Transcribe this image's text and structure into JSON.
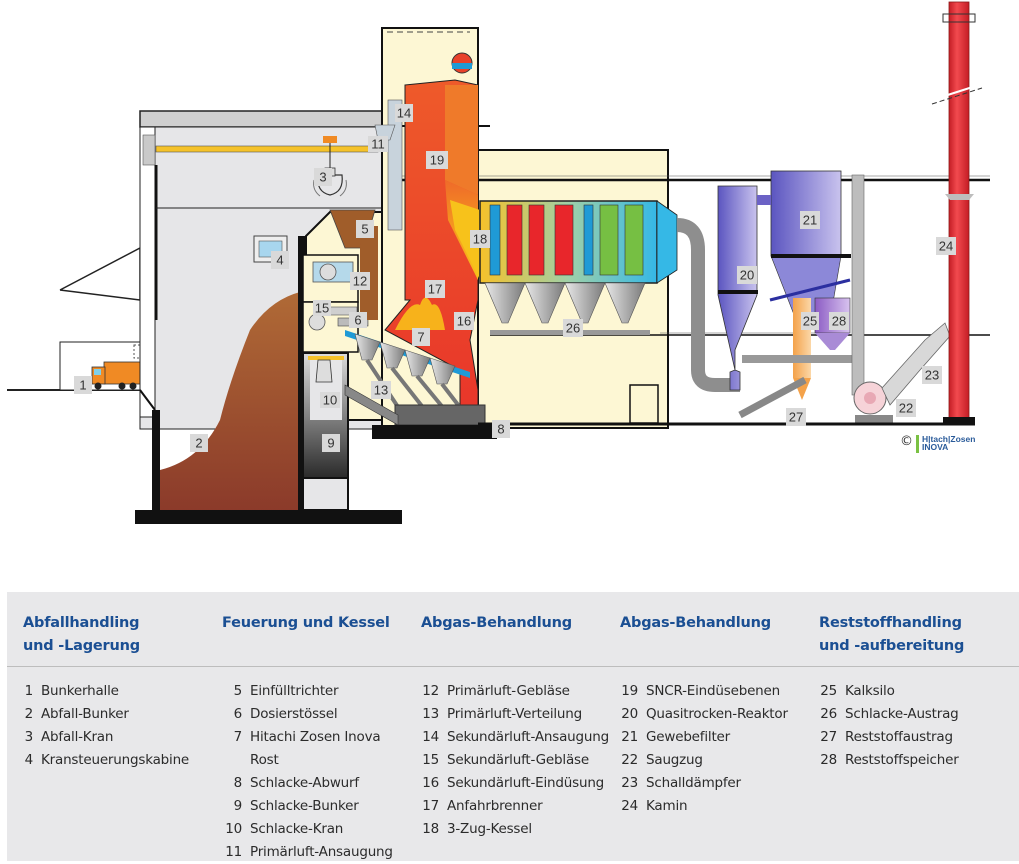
{
  "diagram": {
    "title": "Waste-to-energy plant cross section",
    "callouts": [
      {
        "n": "1"
      },
      {
        "n": "2"
      },
      {
        "n": "3"
      },
      {
        "n": "4"
      },
      {
        "n": "5"
      },
      {
        "n": "6"
      },
      {
        "n": "7"
      },
      {
        "n": "8"
      },
      {
        "n": "9"
      },
      {
        "n": "10"
      },
      {
        "n": "11"
      },
      {
        "n": "12"
      },
      {
        "n": "13"
      },
      {
        "n": "14"
      },
      {
        "n": "15"
      },
      {
        "n": "16"
      },
      {
        "n": "17"
      },
      {
        "n": "18"
      },
      {
        "n": "19"
      },
      {
        "n": "20"
      },
      {
        "n": "21"
      },
      {
        "n": "22"
      },
      {
        "n": "23"
      },
      {
        "n": "24"
      },
      {
        "n": "25"
      },
      {
        "n": "26"
      },
      {
        "n": "27"
      },
      {
        "n": "28"
      }
    ],
    "colors": {
      "bunker_waste": "#8b3f2a",
      "waste_top": "#b06a36",
      "hall_fill": "#e6e6e8",
      "building_fill": "#fdf7d4",
      "fire": "#e8412a",
      "boiler_gradient_top": "#ef6a2a",
      "boiler_gradient_bottom": "#f7c21b",
      "filter": "#6b62c5",
      "stack": "#e0292f",
      "crane_rail": "#f5c22a",
      "truck": "#f08a24",
      "economizer_blue": "#1f9ad6",
      "economizer_red": "#e8262b",
      "economizer_green": "#76bf43"
    },
    "copyright": {
      "symbol": "©",
      "brand_line1": "H|tach|Zosen",
      "brand_line2": "INOVA"
    }
  },
  "legend": {
    "columns": [
      {
        "title_line1": "Abfallhandling",
        "title_line2": "und -Lagerung",
        "items": [
          {
            "num": "1",
            "label": "Bunkerhalle"
          },
          {
            "num": "2",
            "label": "Abfall-Bunker"
          },
          {
            "num": "3",
            "label": "Abfall-Kran"
          },
          {
            "num": "4",
            "label": "Kransteuerungskabine"
          }
        ]
      },
      {
        "title_line1": "Feuerung und Kessel",
        "title_line2": "",
        "items": [
          {
            "num": "5",
            "label": "Einfülltrichter"
          },
          {
            "num": "6",
            "label": "Dosierstössel"
          },
          {
            "num": "7",
            "label": "Hitachi Zosen Inova"
          },
          {
            "num": "",
            "label": "Rost"
          },
          {
            "num": "8",
            "label": "Schlacke-Abwurf"
          },
          {
            "num": "9",
            "label": "Schlacke-Bunker"
          },
          {
            "num": "10",
            "label": "Schlacke-Kran"
          },
          {
            "num": "11",
            "label": "Primärluft-Ansaugung"
          }
        ]
      },
      {
        "title_line1": "Abgas-Behandlung",
        "title_line2": "",
        "items": [
          {
            "num": "12",
            "label": "Primärluft-Gebläse"
          },
          {
            "num": "13",
            "label": "Primärluft-Verteilung"
          },
          {
            "num": "14",
            "label": "Sekundärluft-Ansaugung"
          },
          {
            "num": "15",
            "label": "Sekundärluft-Gebläse"
          },
          {
            "num": "16",
            "label": "Sekundärluft-Eindüsung"
          },
          {
            "num": "17",
            "label": "Anfahrbrenner"
          },
          {
            "num": "18",
            "label": "3-Zug-Kessel"
          }
        ]
      },
      {
        "title_line1": "Abgas-Behandlung",
        "title_line2": "",
        "items": [
          {
            "num": "19",
            "label": "SNCR-Eindüsebenen"
          },
          {
            "num": "20",
            "label": "Quasitrocken-Reaktor"
          },
          {
            "num": "21",
            "label": "Gewebefilter"
          },
          {
            "num": "22",
            "label": "Saugzug"
          },
          {
            "num": "23",
            "label": "Schalldämpfer"
          },
          {
            "num": "24",
            "label": "Kamin"
          }
        ]
      },
      {
        "title_line1": "Reststoffhandling",
        "title_line2": "und -aufbereitung",
        "items": [
          {
            "num": "25",
            "label": "Kalksilo"
          },
          {
            "num": "26",
            "label": "Schlacke-Austrag"
          },
          {
            "num": "27",
            "label": "Reststoffaustrag"
          },
          {
            "num": "28",
            "label": "Reststoffspeicher"
          }
        ]
      }
    ]
  }
}
